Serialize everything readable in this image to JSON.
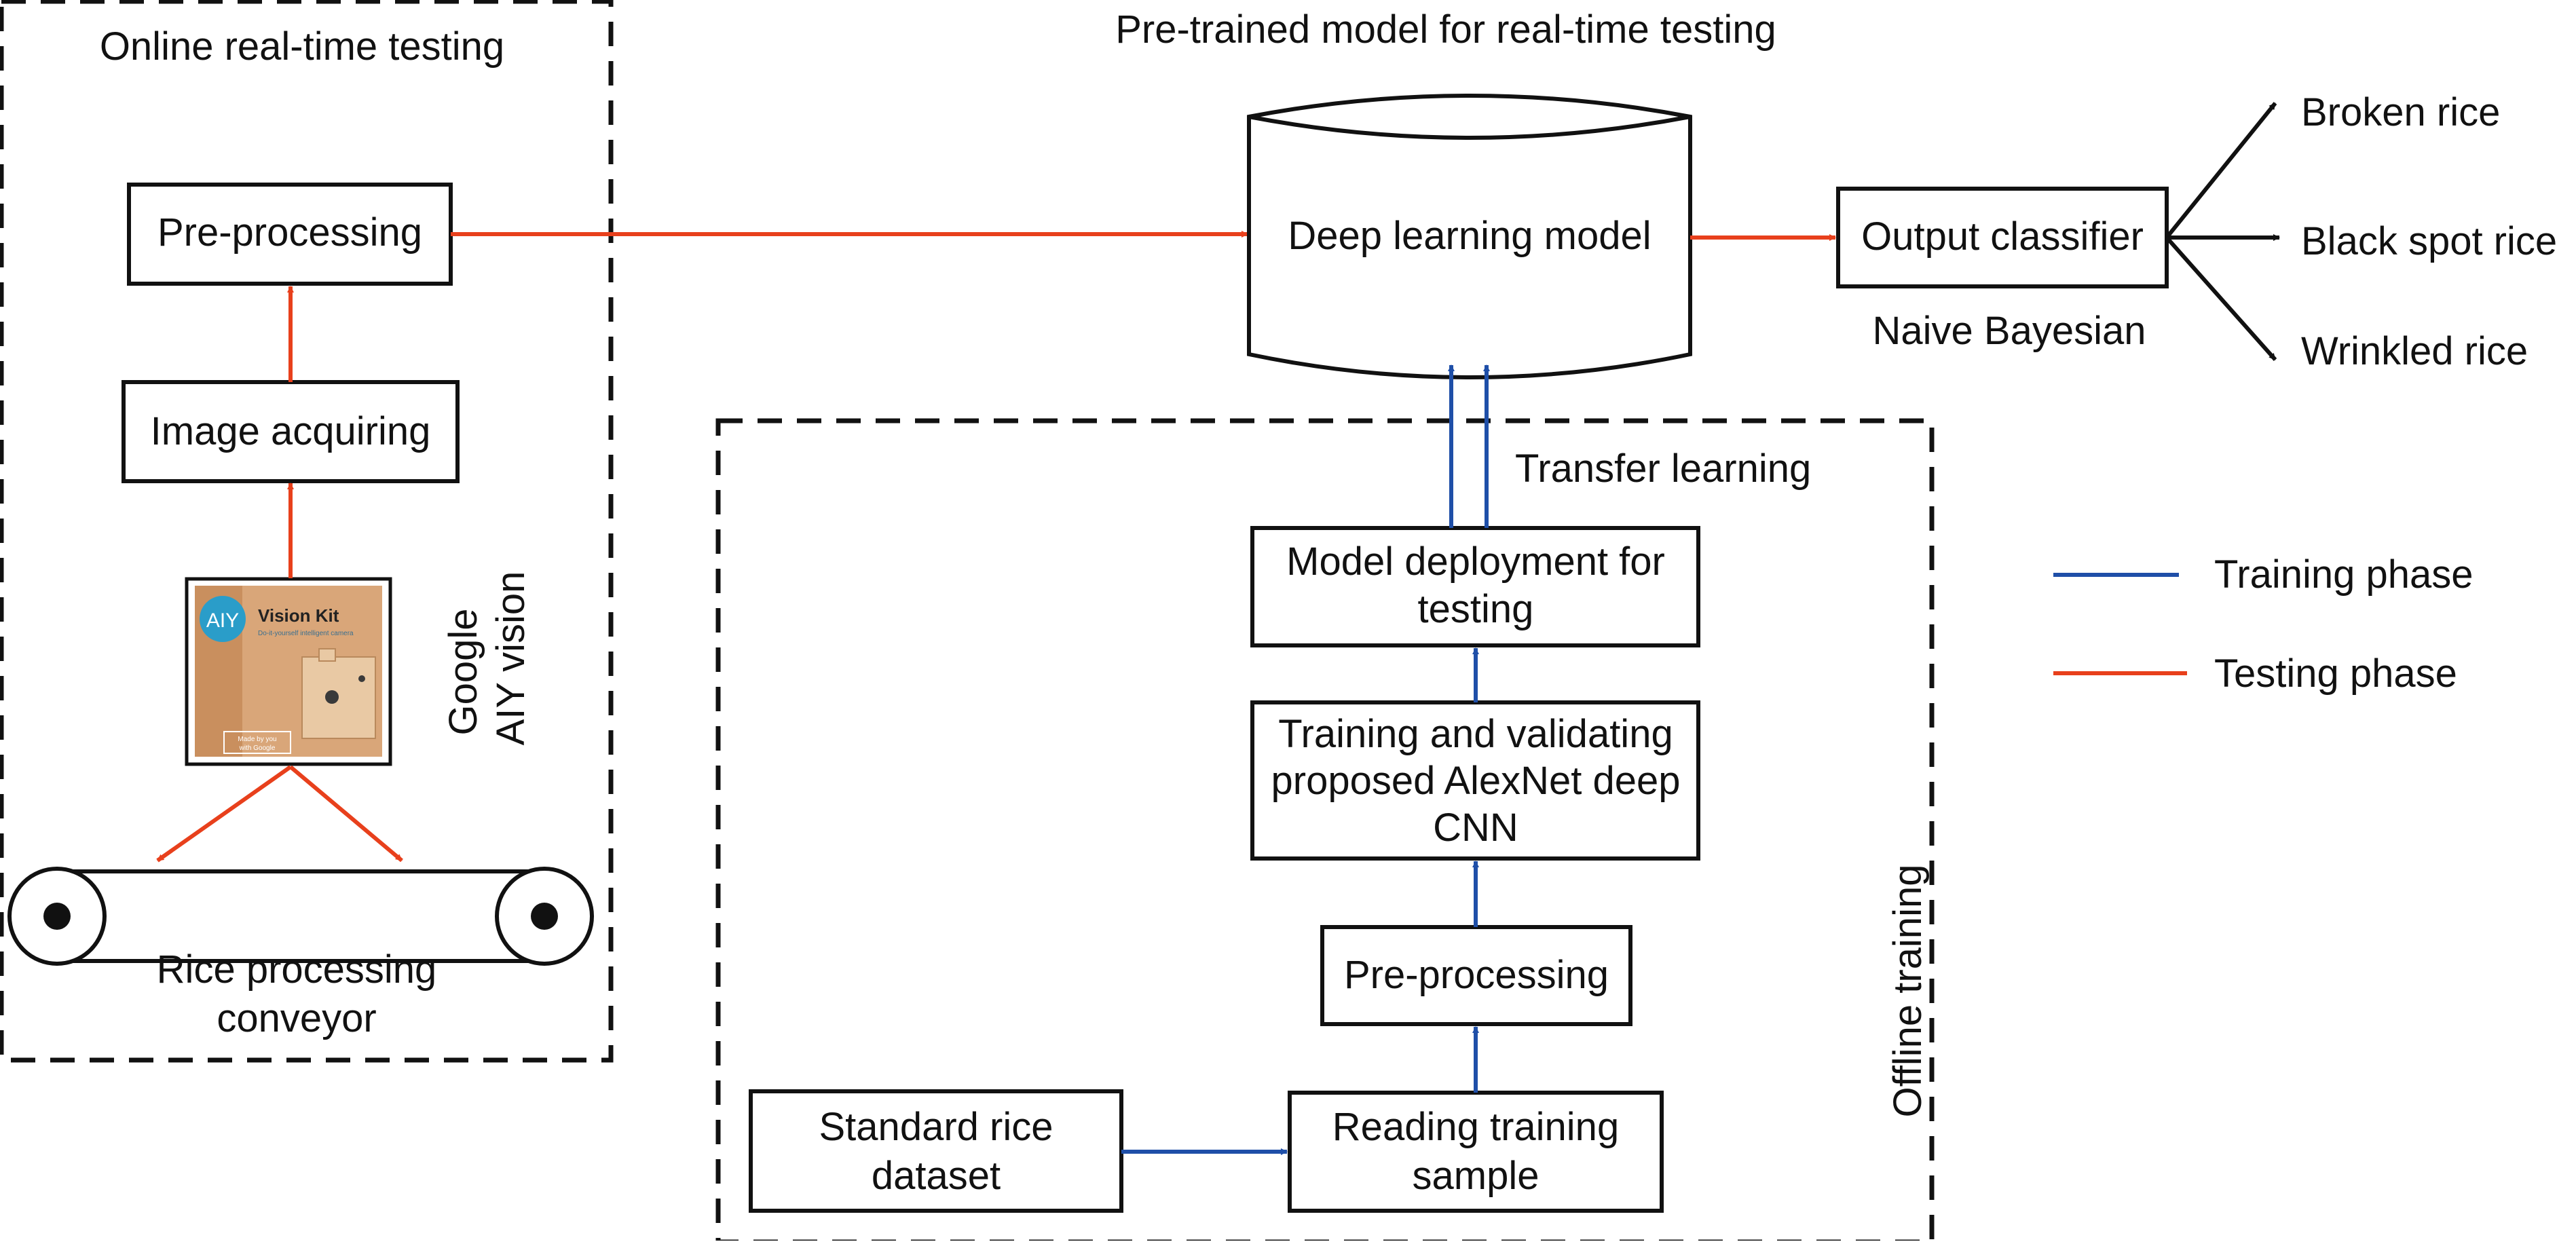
{
  "colors": {
    "testing": "#e8401c",
    "training": "#1f4fa8",
    "ink": "#111111",
    "kit_box": "#c98f5e",
    "kit_logo": "#2a9dc9"
  },
  "online_section": {
    "title": "Online real-time testing",
    "preprocessing": "Pre-processing",
    "image_acquiring": "Image acquiring",
    "device_label_line1": "Google",
    "device_label_line2": "AIY vision",
    "kit": {
      "logo": "AIY",
      "title": "Vision Kit",
      "subtitle": "Do-it-yourself intelligent camera",
      "badge_line1": "Made by you",
      "badge_line2": "with Google"
    },
    "conveyor_line1": "Rice processing",
    "conveyor_line2": "conveyor"
  },
  "model_section": {
    "title": "Pre-trained model for real-time testing",
    "model": "Deep learning model",
    "classifier": "Output classifier",
    "classifier_note": "Naive Bayesian",
    "outputs": [
      "Broken rice",
      "Black spot rice",
      "Wrinkled rice"
    ]
  },
  "offline_section": {
    "title": "Offline training",
    "transfer": "Transfer learning",
    "deployment_line1": "Model deployment for",
    "deployment_line2": "testing",
    "training_line1": "Training and validating",
    "training_line2": "proposed AlexNet deep",
    "training_line3": "CNN",
    "preprocessing": "Pre-processing",
    "reading_line1": "Reading training",
    "reading_line2": "sample",
    "dataset_line1": "Standard rice",
    "dataset_line2": "dataset"
  },
  "legend": [
    {
      "label": "Training phase",
      "color": "#1f4fa8"
    },
    {
      "label": "Testing phase",
      "color": "#e8401c"
    }
  ]
}
